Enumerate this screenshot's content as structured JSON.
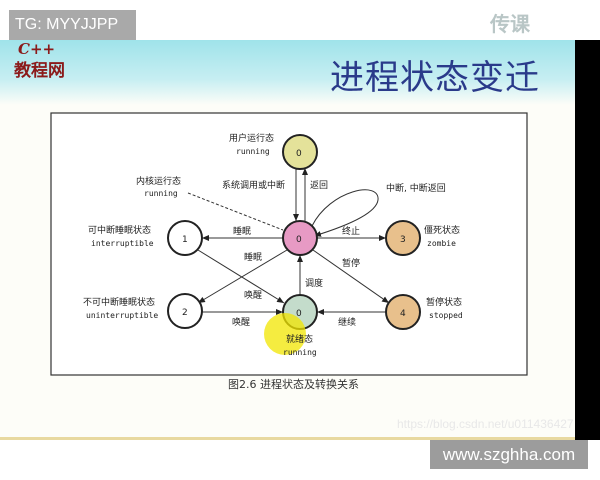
{
  "overlay_tag": "TG: MYYJJPP",
  "logo": {
    "line1": "C++",
    "line2": "教程网"
  },
  "slide_title": "进程状态变迁",
  "watermark": "传课",
  "diagram": {
    "nodes": {
      "user": "0",
      "kernel": "0",
      "n1": "1",
      "n2": "2",
      "n3": "3",
      "n4": "4",
      "ready": "0"
    },
    "labels": {
      "user_cn": "用户运行态",
      "user_en": "running",
      "kernel_cn": "内核运行态",
      "kernel_en": "running",
      "n1_cn": "可中断睡眠状态",
      "n1_en": "interruptible",
      "n2_cn": "不可中断睡眠状态",
      "n2_en": "uninterruptible",
      "n3_cn": "僵死状态",
      "n3_en": "zombie",
      "n4_cn": "暂停状态",
      "n4_en": "stopped",
      "ready_cn": "就绪态",
      "ready_en": "running"
    },
    "edges": {
      "syscall": "系统调用或中断",
      "return": "返回",
      "interrupt": "中断, 中断返回",
      "sleep1": "睡眠",
      "sleep2": "睡眠",
      "terminate": "终止",
      "pause": "暂停",
      "schedule": "调度",
      "wake1": "唤醒",
      "wake2": "唤醒",
      "resume": "继续"
    },
    "colors": {
      "user": "#e4e29a",
      "kernel": "#e79ac4",
      "ready": "#c4dccb",
      "zombie": "#e8c08c",
      "stopped": "#e8c08c",
      "cursor_highlight": "#f2e600"
    }
  },
  "caption": "图2.6 进程状态及转换关系",
  "source_url": "https://blog.csdn.net/u011436427",
  "site_watermark": "www.szghha.com"
}
